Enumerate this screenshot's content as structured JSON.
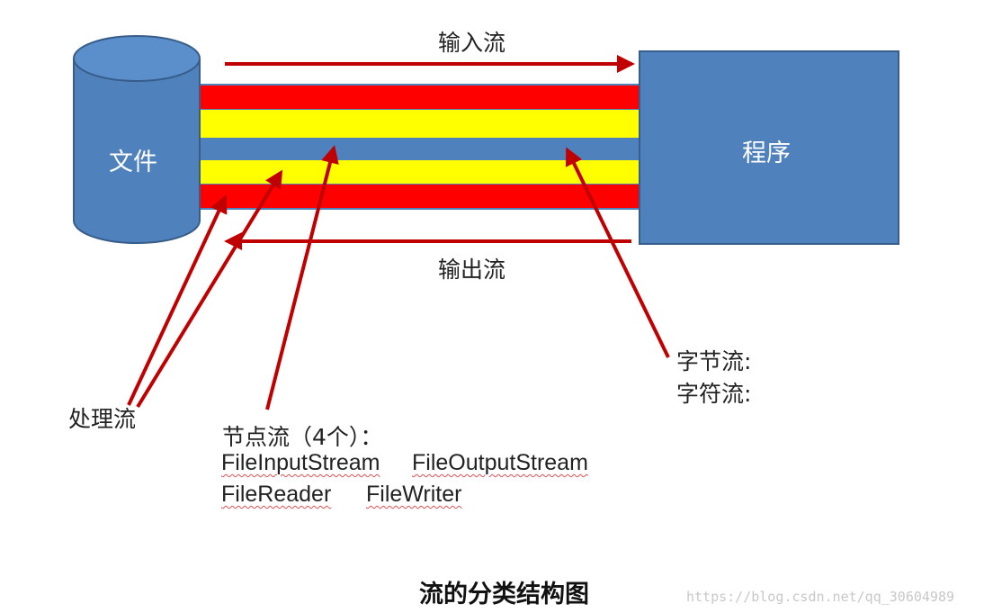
{
  "diagram": {
    "file_label": "文件",
    "program_label": "程序",
    "input_stream_label": "输入流",
    "output_stream_label": "输出流",
    "processing_stream_label": "处理流",
    "byte_stream_label": "字节流:",
    "char_stream_label": "字符流:",
    "node_stream_title": "节点流（4个）：",
    "node_classes": [
      "FileInputStream",
      "FileOutputStream",
      "FileReader",
      "FileWriter"
    ],
    "caption": "流的分类结构图",
    "watermark": "https://blog.csdn.net/qq_30604989"
  },
  "colors": {
    "cylinder": "#4f81bd",
    "cylinder_stroke": "#385d8a",
    "program_box": "#4f81bd",
    "band_red": "#ff0000",
    "band_yellow": "#ffff00",
    "band_blue": "#4f81bd",
    "arrow": "#c00000"
  }
}
